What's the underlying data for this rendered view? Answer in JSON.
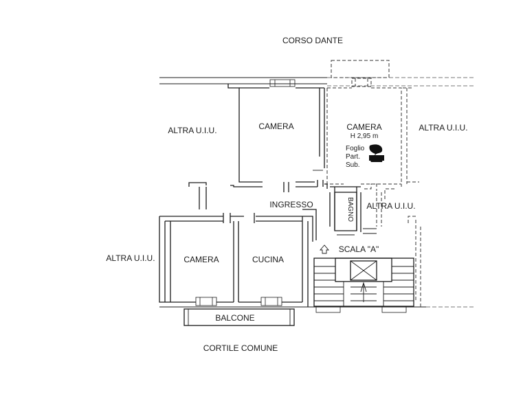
{
  "streets": {
    "top": "CORSO DANTE",
    "bottom": "CORTILE COMUNE"
  },
  "rooms": {
    "camera_top": "CAMERA",
    "camera_right": "CAMERA",
    "camera_right_height": "H 2,95 m",
    "camera_left": "CAMERA",
    "cucina": "CUCINA",
    "ingresso": "INGRESSO",
    "bagno": "BAGNO",
    "balcone": "BALCONE",
    "scala": "SCALA \"A\""
  },
  "neighbors": {
    "top_left": "ALTRA U.I.U.",
    "top_right": "ALTRA U.I.U.",
    "middle_right": "ALTRA U.I.U.",
    "left": "ALTRA U.I.U."
  },
  "cadastral": {
    "foglio_label": "Foglio",
    "part_label": "Part.",
    "sub_label": "Sub."
  },
  "colors": {
    "line": "#1a1a1a",
    "background": "#ffffff",
    "redaction": "#111111"
  }
}
